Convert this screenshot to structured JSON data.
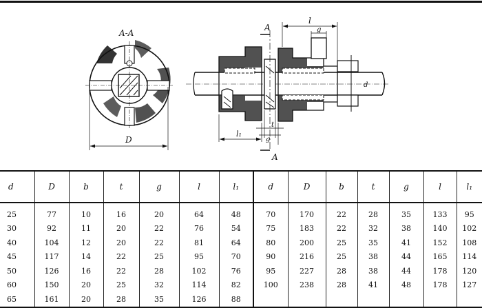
{
  "drawing": {
    "section_label": "A-A",
    "left_dimension": "D",
    "cut_label_top": "A",
    "cut_label_bottom": "A",
    "dim_l": "l",
    "dim_g_top": "g",
    "dim_l1": "l₁",
    "dim_t": "t",
    "dim_g_bottom": "g",
    "shaft_label": "d"
  },
  "table": {
    "headers": [
      "d",
      "D",
      "b",
      "t",
      "g",
      "l",
      "l₁",
      "d",
      "D",
      "b",
      "t",
      "g",
      "l",
      "l₁"
    ],
    "rows": [
      [
        "25",
        "77",
        "10",
        "16",
        "20",
        "64",
        "48",
        "70",
        "170",
        "22",
        "28",
        "35",
        "133",
        "95"
      ],
      [
        "30",
        "92",
        "11",
        "20",
        "22",
        "76",
        "54",
        "75",
        "183",
        "22",
        "32",
        "38",
        "140",
        "102"
      ],
      [
        "40",
        "104",
        "12",
        "20",
        "22",
        "81",
        "64",
        "80",
        "200",
        "25",
        "35",
        "41",
        "152",
        "108"
      ],
      [
        "45",
        "117",
        "14",
        "22",
        "25",
        "95",
        "70",
        "90",
        "216",
        "25",
        "38",
        "44",
        "165",
        "114"
      ],
      [
        "50",
        "126",
        "16",
        "22",
        "28",
        "102",
        "76",
        "95",
        "227",
        "28",
        "38",
        "44",
        "178",
        "120"
      ],
      [
        "60",
        "150",
        "20",
        "25",
        "32",
        "114",
        "82",
        "100",
        "238",
        "28",
        "41",
        "48",
        "178",
        "127"
      ],
      [
        "65",
        "161",
        "20",
        "28",
        "35",
        "126",
        "88",
        "",
        "",
        "",
        "",
        "",
        "",
        ""
      ]
    ]
  }
}
